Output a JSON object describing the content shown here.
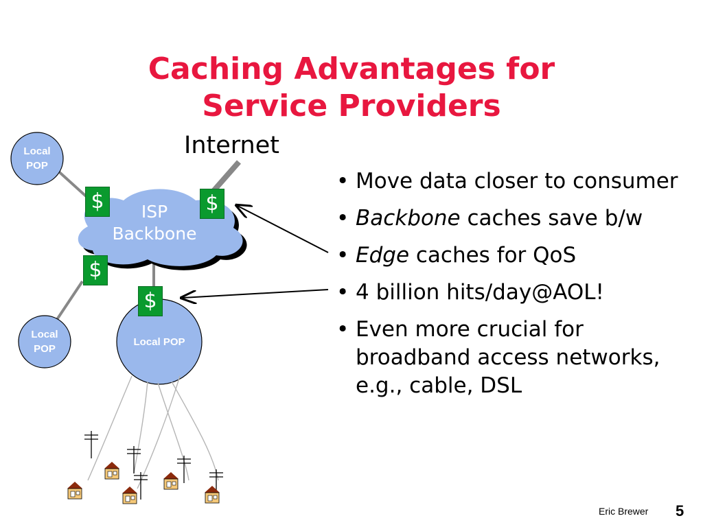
{
  "slide": {
    "title_line1": "Caching Advantages for",
    "title_line2": "Service Providers",
    "footer_author": "Eric Brewer",
    "page_number": "5"
  },
  "diagram": {
    "internet_label": "Internet",
    "isp_label_line1": "ISP",
    "isp_label_line2": "Backbone",
    "local_pop_top_line1": "Local",
    "local_pop_top_line2": "POP",
    "local_pop_bottom_line1": "Local",
    "local_pop_bottom_line2": "POP",
    "local_pop_main": "Local POP",
    "cache_symbol": "$",
    "colors": {
      "title": "#e8173f",
      "pop_fill": "#9ab8ec",
      "cache_fill": "#0a9a2e",
      "house_fill": "#f5c878"
    }
  },
  "bullets": {
    "items": [
      {
        "lead": "",
        "text": "Move data closer to consumer"
      },
      {
        "lead": "Backbone",
        "text": " caches save b/w"
      },
      {
        "lead": "Edge",
        "text": " caches for QoS"
      },
      {
        "lead": "",
        "text": "4 billion hits/day@AOL!"
      },
      {
        "lead": "",
        "text": "Even more crucial for broadband access networks, e.g., cable, DSL"
      }
    ]
  }
}
